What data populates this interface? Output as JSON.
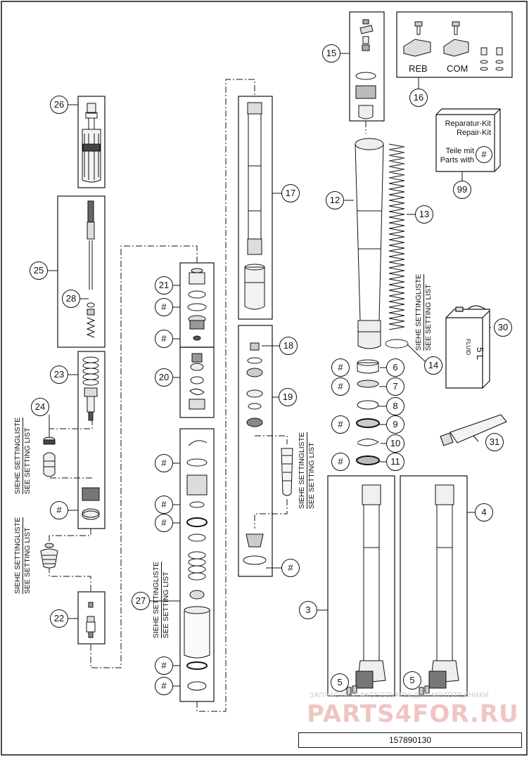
{
  "callouts": {
    "c26": "26",
    "c25": "25",
    "c28": "28",
    "c23": "23",
    "c24": "24",
    "c22": "22",
    "c21": "21",
    "c20": "20",
    "c27": "27",
    "c17": "17",
    "c18": "18",
    "c19": "19",
    "c15": "15",
    "c16": "16",
    "c99": "99",
    "c12": "12",
    "c13": "13",
    "c14": "14",
    "c30": "30",
    "c31": "31",
    "c6": "6",
    "c7": "7",
    "c8": "8",
    "c9": "9",
    "c10": "10",
    "c11": "11",
    "c3": "3",
    "c4": "4",
    "c5a": "5",
    "c5b": "5",
    "hash": "#"
  },
  "setting_list": {
    "de": "SIEHE SETTINGLISTE",
    "en": "SEE SETTING LIST"
  },
  "labels": {
    "reb": "REB",
    "com": "COM"
  },
  "kit": {
    "line1": "Reparatur-Kit",
    "line2": "Repair-Kit",
    "line3": "Teile mit",
    "line4": "Parts with",
    "symbol": "#"
  },
  "can": {
    "fluid": "FLUID",
    "volume": "5 L"
  },
  "watermark": {
    "small": "ЗАПЧАСТИ И АКСЕССУАРЫ ДЛЯ МОТОТЕХНИКИ",
    "big": "PARTS4FOR.RU"
  },
  "doc_number": "157890130"
}
